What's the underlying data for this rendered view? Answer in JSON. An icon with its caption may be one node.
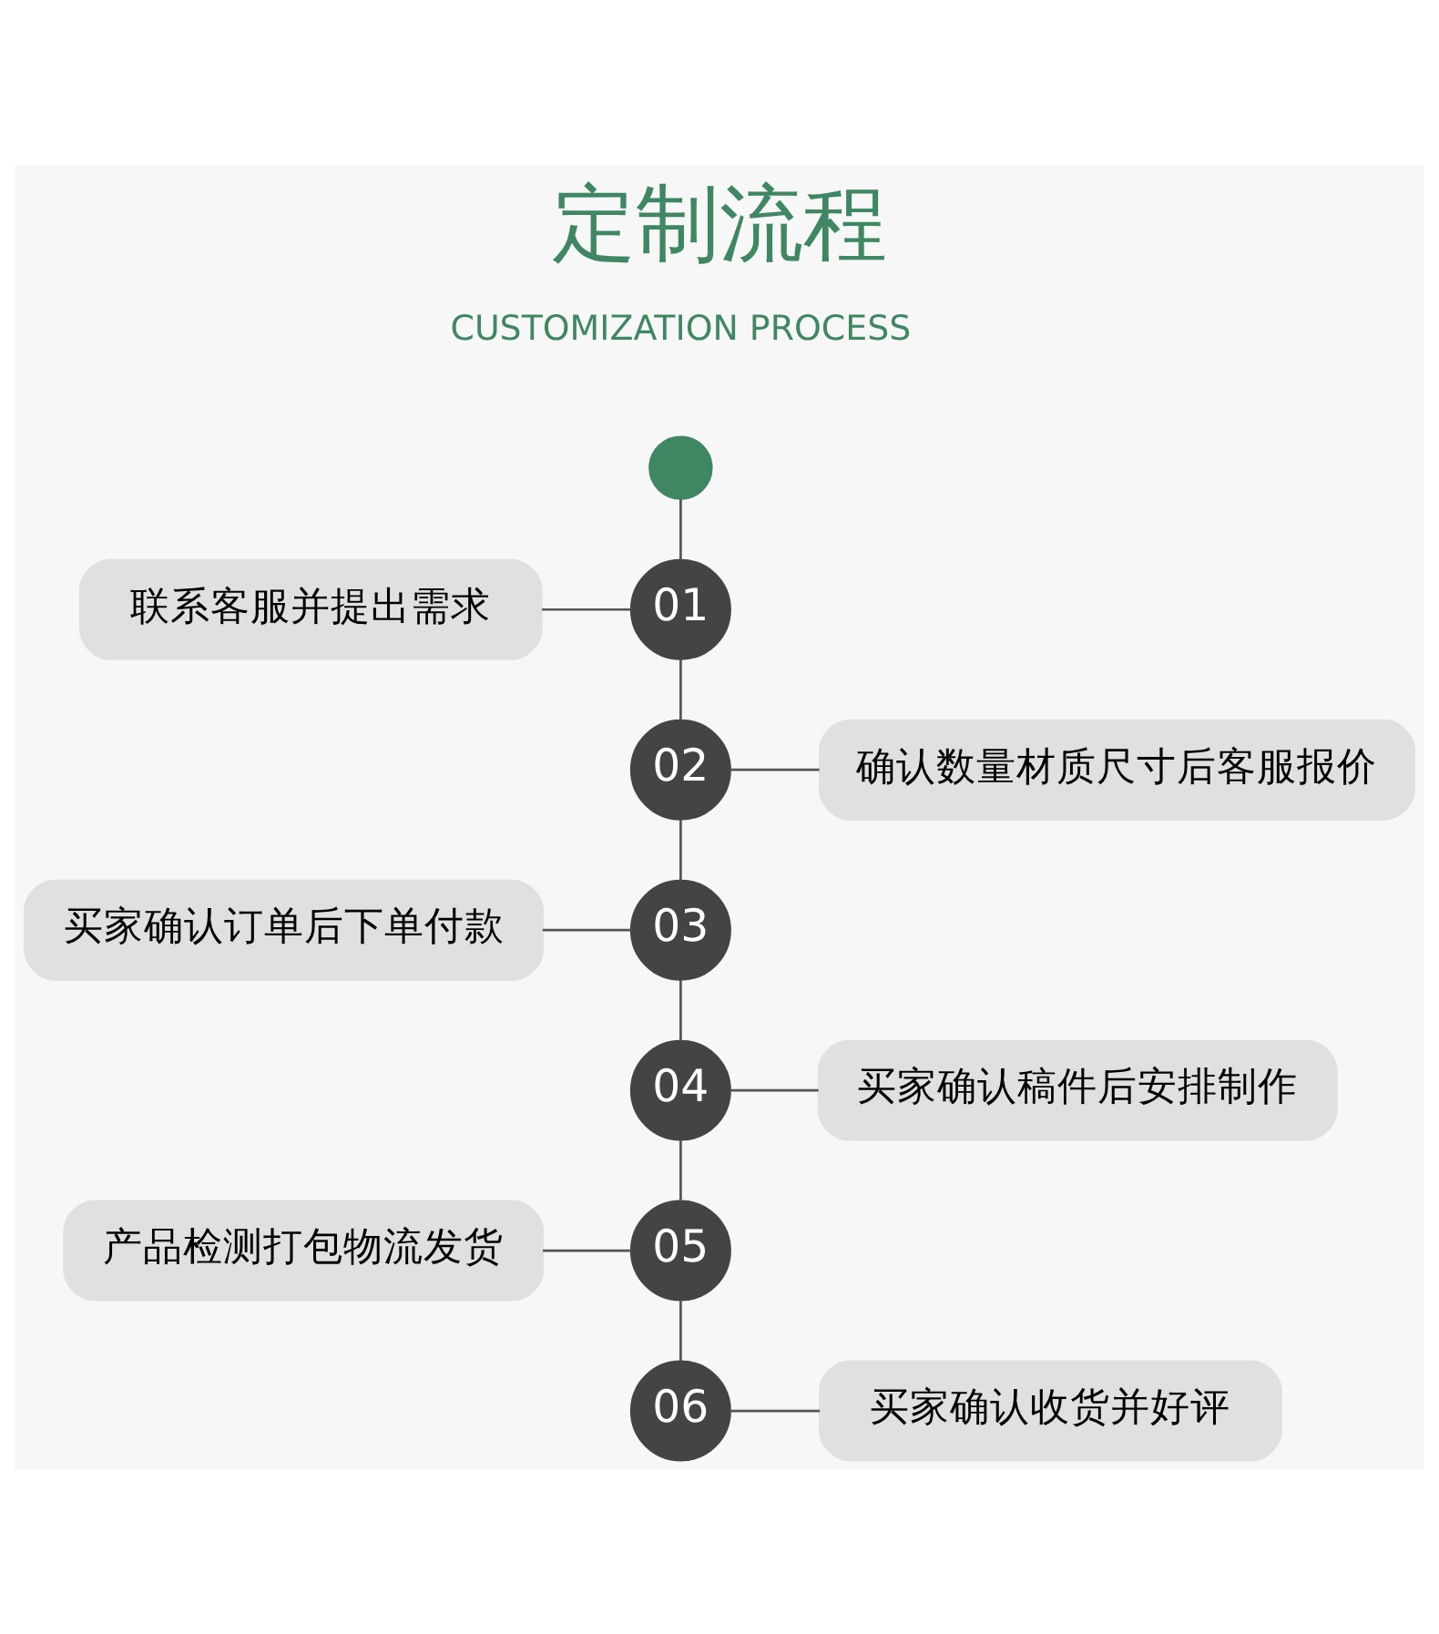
{
  "diagram": {
    "title": "定制流程",
    "nodes": [
      {
        "text": [],
        "shape": "circle"
      },
      {
        "text": [
          "联系客服并提出需求"
        ]
      },
      {
        "text": [
          "01"
        ]
      },
      {
        "text": [
          "02"
        ]
      },
      {
        "text": [
          "确认数量材质尺寸后客服报价"
        ]
      },
      {
        "text": [
          "买家确认订单后下单付款"
        ]
      },
      {
        "text": [
          "03"
        ]
      },
      {
        "text": [
          "04"
        ]
      },
      {
        "text": [
          "买家确认稿件后安排制作"
        ]
      },
      {
        "text": [
          "产品检测打包物流发货"
        ]
      },
      {
        "text": [
          "05"
        ]
      },
      {
        "text": [
          "06"
        ]
      },
      {
        "text": [
          "买家确认收货并好评"
        ]
      }
    ],
    "edges": [
      {
        "from": 0,
        "to": 2,
        "arrow": "none"
      },
      {
        "from": 1,
        "to": 2,
        "arrow": "none"
      },
      {
        "from": 2,
        "to": 3,
        "arrow": "none"
      },
      {
        "from": 3,
        "to": 4,
        "arrow": "none"
      },
      {
        "from": 3,
        "to": 6,
        "arrow": "none"
      },
      {
        "from": 5,
        "to": 6,
        "arrow": "none"
      },
      {
        "from": 6,
        "to": 7,
        "arrow": "none"
      },
      {
        "from": 7,
        "to": 8,
        "arrow": "none"
      },
      {
        "from": 7,
        "to": 10,
        "arrow": "none"
      },
      {
        "from": 9,
        "to": 10,
        "arrow": "none"
      },
      {
        "from": 10,
        "to": 11,
        "arrow": "none"
      },
      {
        "from": 11,
        "to": 12,
        "arrow": "none"
      }
    ],
    "labels": [
      "CUSTOMIZATION PROCESS"
    ]
  }
}
